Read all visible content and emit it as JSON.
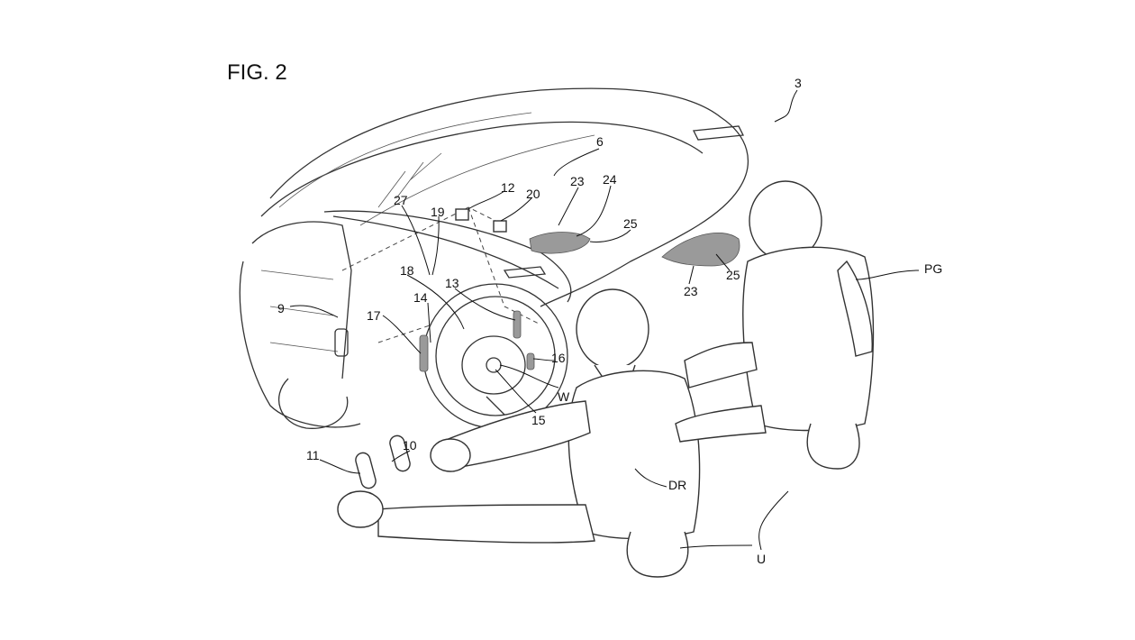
{
  "figure": {
    "title": "FIG. 2",
    "labels": {
      "vehicle": "3",
      "windshield": "6",
      "box_12": "12",
      "box_20": "20",
      "airbag_23": "23",
      "arrow_24": "24",
      "patch_25": "25",
      "ref_27": "27",
      "ref_19": "19",
      "ref_18": "18",
      "ref_13": "13",
      "ref_14": "14",
      "ref_9": "9",
      "ref_17": "17",
      "ref_16": "16",
      "wheel": "W",
      "ref_15": "15",
      "pedal_10": "10",
      "pedal_11": "11",
      "driver": "DR",
      "users": "U",
      "passenger": "PG",
      "patch_25_right": "25",
      "airbag_23_right": "23"
    }
  }
}
